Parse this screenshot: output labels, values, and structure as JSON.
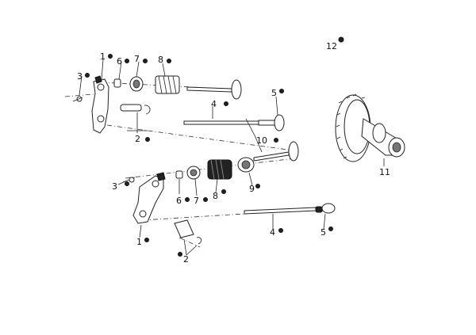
{
  "labels": {
    "p1a": "1",
    "p1b": "1",
    "p2a": "2",
    "p2b": "2",
    "p3a": "3",
    "p3b": "3",
    "p4a": "4",
    "p4b": "4",
    "p5a": "5",
    "p5b": "5",
    "p6a": "6",
    "p6b": "6",
    "p7a": "7",
    "p7b": "7",
    "p8a": "8",
    "p8b": "8",
    "p9": "9",
    "p10": "10",
    "p11": "11",
    "p12": "12"
  }
}
